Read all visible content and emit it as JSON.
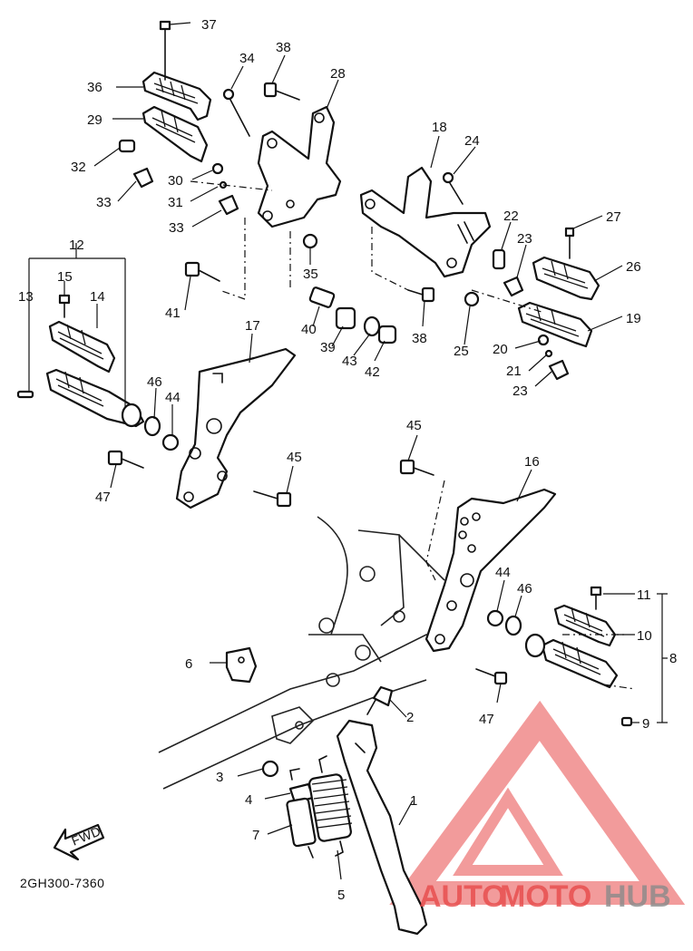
{
  "callouts": [
    "1",
    "2",
    "3",
    "4",
    "5",
    "6",
    "7",
    "8",
    "9",
    "10",
    "11",
    "12",
    "13",
    "14",
    "15",
    "16",
    "17",
    "18",
    "19",
    "20",
    "21",
    "22",
    "23",
    "24",
    "25",
    "26",
    "27",
    "28",
    "29",
    "30",
    "31",
    "32",
    "33",
    "34",
    "35",
    "36",
    "37",
    "38",
    "39",
    "40",
    "41",
    "42",
    "43",
    "44",
    "45",
    "46",
    "47"
  ],
  "diagram_code": "2GH300-7360",
  "fwd_label": "FWD",
  "watermark": {
    "part1": "AUTO",
    "part2": "MOTO",
    "part3": "HUB",
    "color_red": "#e84a4a",
    "color_gray": "#8a8a8a"
  }
}
